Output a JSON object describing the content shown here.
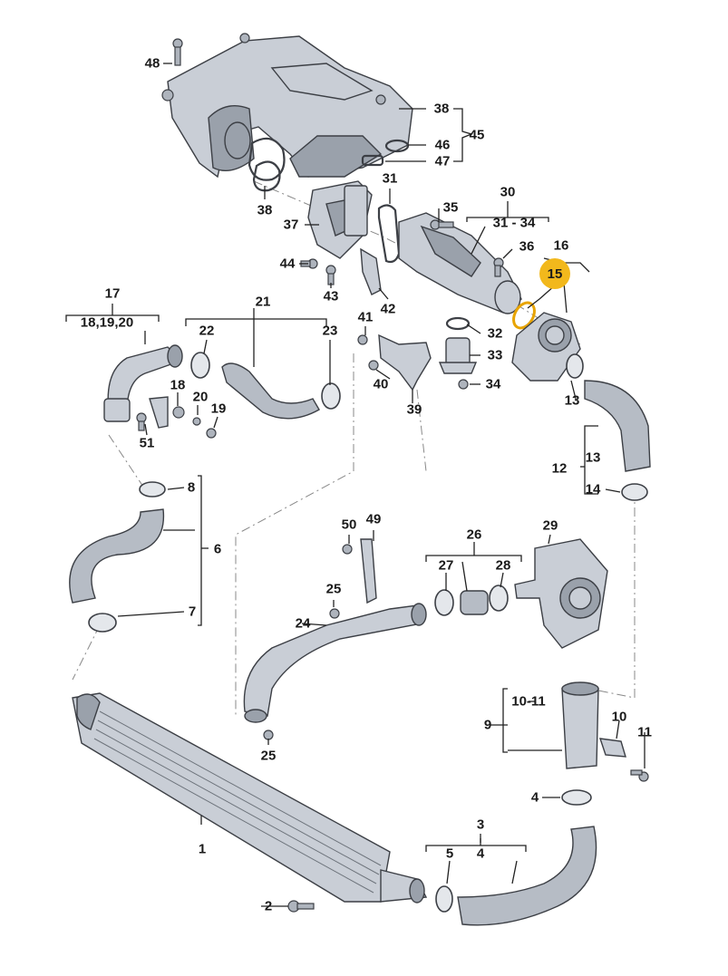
{
  "labels": {
    "p1": "1",
    "p2": "2",
    "p3": "3",
    "p4a": "4",
    "p4b": "4",
    "p5": "5",
    "p6": "6",
    "p7": "7",
    "p8": "8",
    "p9": "9",
    "p10_11a": "10-11",
    "p10": "10",
    "p11": "11",
    "p12": "12",
    "p13a": "13",
    "p13b": "13",
    "p14": "14",
    "p15": "15",
    "p16": "16",
    "p17": "17",
    "p18_20": "18,19,20",
    "p18": "18",
    "p19": "19",
    "p20": "20",
    "p21": "21",
    "p22": "22",
    "p23": "23",
    "p24": "24",
    "p25a": "25",
    "p25b": "25",
    "p26": "26",
    "p27": "27",
    "p28": "28",
    "p29": "29",
    "p30": "30",
    "p31": "31",
    "p31_34": "31 - 34",
    "p32": "32",
    "p33": "33",
    "p34": "34",
    "p35": "35",
    "p36": "36",
    "p37": "37",
    "p38a": "38",
    "p38b": "38",
    "p39": "39",
    "p40": "40",
    "p41": "41",
    "p42": "42",
    "p43": "43",
    "p44": "44",
    "p45": "45",
    "p46": "46",
    "p47": "47",
    "p48": "48",
    "p49": "49",
    "p50": "50",
    "p51": "51"
  },
  "highlight": {
    "part": "15",
    "color": "#f2b81c"
  }
}
